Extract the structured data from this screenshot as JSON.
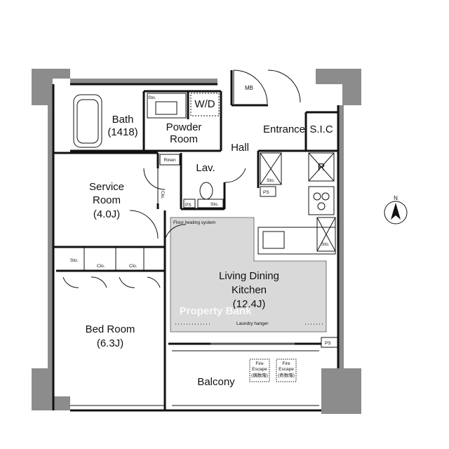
{
  "rooms": {
    "bath": [
      "Bath",
      "(1418)"
    ],
    "powder_room": [
      "Powder",
      "Room"
    ],
    "wd": "W/D",
    "hall": "Hall",
    "mb": "MB",
    "entrance": "Entrance",
    "sic": "S.I.C",
    "rinen": "Rinen",
    "lav": "Lav.",
    "service_room": [
      "Service",
      "Room",
      "(4.0J)"
    ],
    "living": [
      "Living Dining",
      "Kitchen",
      "(12.4J)"
    ],
    "bedroom": [
      "Bed Room",
      "(6.3J)"
    ],
    "balcony": "Balcony",
    "r": "R"
  },
  "annotations": {
    "floor_heating": "Floor heating system",
    "laundry_hanger": "Laundry hanger",
    "sto": "Sto.",
    "clo": "Clo.",
    "ps": "PS",
    "fire_escape": [
      "Fire",
      "Escape",
      "(偶数階)",
      "(奇数階)"
    ]
  },
  "compass": {
    "label": "N"
  },
  "watermark": "Property Bank",
  "colors": {
    "wall": "#8c8c8c",
    "floor_heating": "#d9d9d9",
    "line": "#111111"
  }
}
